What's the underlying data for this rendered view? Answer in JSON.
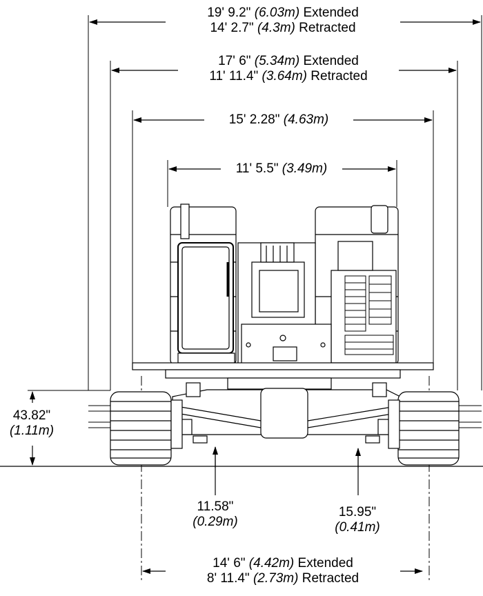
{
  "dimensions": {
    "overall_width": {
      "extended": {
        "imperial": "19' 9.2\"",
        "metric": "(6.03m)",
        "state": "Extended"
      },
      "retracted": {
        "imperial": "14' 2.7\"",
        "metric": "(4.3m)",
        "state": "Retracted"
      }
    },
    "outrigger_width": {
      "extended": {
        "imperial": "17' 6\"",
        "metric": "(5.34m)",
        "state": "Extended"
      },
      "retracted": {
        "imperial": "11' 11.4\"",
        "metric": "(3.64m)",
        "state": "Retracted"
      }
    },
    "deck_width": {
      "imperial": "15' 2.28\"",
      "metric": "(4.63m)"
    },
    "cab_width": {
      "imperial": "11' 5.5\"",
      "metric": "(3.49m)"
    },
    "track_height": {
      "imperial": "43.82\"",
      "metric": "(1.11m)"
    },
    "ground_clearance_left": {
      "imperial": "11.58\"",
      "metric": "(0.29m)"
    },
    "ground_clearance_right": {
      "imperial": "15.95\"",
      "metric": "(0.41m)"
    },
    "track_gauge": {
      "extended": {
        "imperial": "14' 6\"",
        "metric": "(4.42m)",
        "state": "Extended"
      },
      "retracted": {
        "imperial": "8' 11.4\"",
        "metric": "(2.73m)",
        "state": "Retracted"
      }
    }
  },
  "colors": {
    "line": "#000000",
    "background": "#ffffff"
  }
}
